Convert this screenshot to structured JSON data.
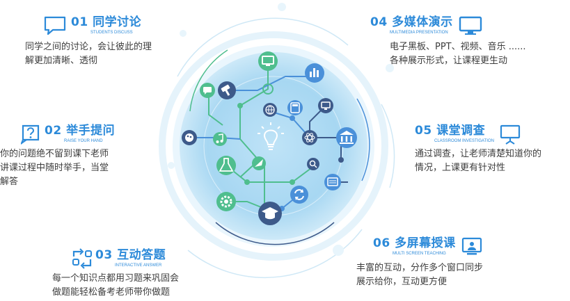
{
  "features": [
    {
      "id": "01",
      "num": "01",
      "title": "同学讨论",
      "subtitle": "STUDENTS DISCUSS",
      "desc": [
        "同学之间的讨论，会让彼此的理",
        "解更加清晰、透彻"
      ],
      "icon": "speech-bubble-icon"
    },
    {
      "id": "02",
      "num": "02",
      "title": "举手提问",
      "subtitle": "RAISE YOUR HAND",
      "desc": [
        "你的问题绝不留到课下老师",
        "讲课过程中随时举手，当堂",
        "解答"
      ],
      "icon": "question-icon"
    },
    {
      "id": "03",
      "num": "03",
      "title": "互动答题",
      "subtitle": "INTERACTIVE ANSWER",
      "desc": [
        "每一个知识点都用习题来巩固会",
        "做题能轻松备考老师带你做题"
      ],
      "icon": "interactive-arrows-icon"
    },
    {
      "id": "04",
      "num": "04",
      "title": "多媒体演示",
      "subtitle": "MULTIMEDIA PRESENTATION",
      "desc": [
        "电子黑板、PPT、视频、音乐 ......",
        "各种展示形式，让课程更生动"
      ],
      "icon": "monitor-icon"
    },
    {
      "id": "05",
      "num": "05",
      "title": "课堂调查",
      "subtitle": "CLASSROOM INVESTIGATION",
      "desc": [
        "通过调查，让老师清楚知道你的",
        "情况，上课更有针对性"
      ],
      "icon": "presentation-board-icon"
    },
    {
      "id": "06",
      "num": "06",
      "title": "多屏幕授课",
      "subtitle": "MULTI SCREEN TEACHING",
      "desc": [
        "丰富的互动，分作多个窗口同步",
        "展示给你，互动更方便"
      ],
      "icon": "screen-teaching-icon"
    }
  ],
  "colors": {
    "accent": "#2c8ad9",
    "text": "#3d3d3d",
    "green": "#4fbe8e",
    "navy": "#3d5a8a",
    "blue": "#4a90d9",
    "ring": "#d5ecf8"
  },
  "hub_icons": [
    "chat-icon",
    "gavel-icon",
    "monitor-icon",
    "bar-chart-icon",
    "calculator-icon",
    "tv-icon",
    "bank-icon",
    "palette-icon",
    "music-icon",
    "globe-icon",
    "lightbulb-icon",
    "atom-icon",
    "flask-icon",
    "rocket-icon",
    "search-icon",
    "news-icon",
    "gear-icon",
    "refresh-icon",
    "graduation-cap-icon"
  ]
}
